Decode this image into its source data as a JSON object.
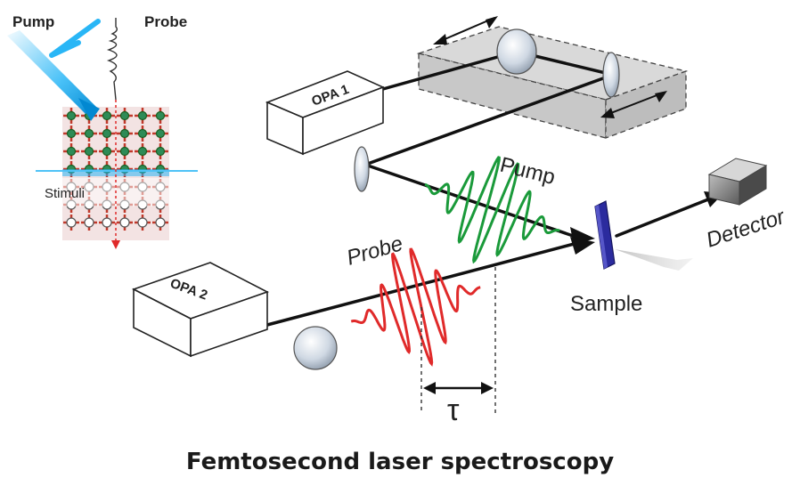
{
  "labels": {
    "pump_inset": "Pump",
    "probe_inset": "Probe",
    "stimuli": "Stimuli",
    "opa1": "OPA 1",
    "opa2": "OPA 2",
    "pump": "Pump",
    "probe": "Probe",
    "sample": "Sample",
    "detector": "Detector",
    "tau": "τ"
  },
  "caption": "Femtosecond laser spectroscopy",
  "colors": {
    "pump_beam": "#29b6f6",
    "pump_pulse": "#1a9a3a",
    "probe_pulse": "#e02a2a",
    "lattice_green": "#2e8b57",
    "lattice_red": "#c0392b",
    "sample_plate": "#2b2b9e",
    "stage_fill": "#d9d9d9",
    "beam_line": "#111111"
  }
}
